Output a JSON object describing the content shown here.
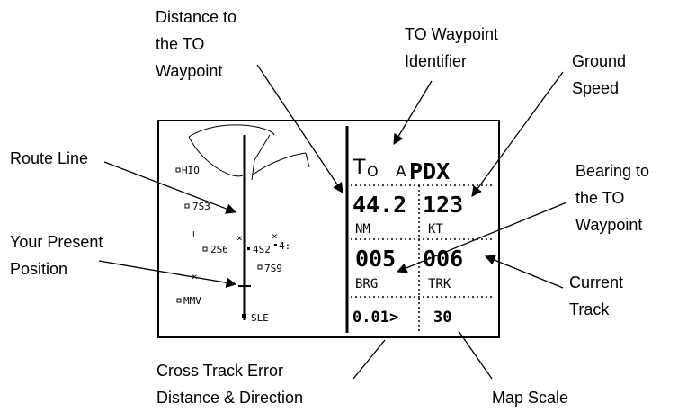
{
  "callouts": {
    "distance": [
      "Distance to",
      "the TO",
      "Waypoint"
    ],
    "identifier": [
      "TO Waypoint",
      "Identifier"
    ],
    "ground_speed": [
      "Ground",
      "Speed"
    ],
    "route_line": "Route Line",
    "bearing": [
      "Bearing to",
      "the TO",
      "Waypoint"
    ],
    "present_position": [
      "Your Present",
      "Position"
    ],
    "current_track": [
      "Current",
      "Track"
    ],
    "cross_track": [
      "Cross Track Error",
      "Distance & Direction"
    ],
    "map_scale": "Map Scale"
  },
  "map": {
    "labels": [
      "HIO",
      "7S3",
      "2S6",
      "4S2",
      "4:",
      "7S9",
      "MMV",
      "SLE"
    ]
  },
  "readout": {
    "to_letters": "T",
    "to_sub": "O",
    "alt": "A",
    "waypoint_id": "PDX",
    "distance": "44.2",
    "distance_unit": "NM",
    "ground_speed": "123",
    "speed_unit": "KT",
    "bearing": "005",
    "bearing_label": "BRG",
    "track": "006",
    "track_label": "TRK",
    "cross_track": "0.01>",
    "map_scale": "30"
  }
}
